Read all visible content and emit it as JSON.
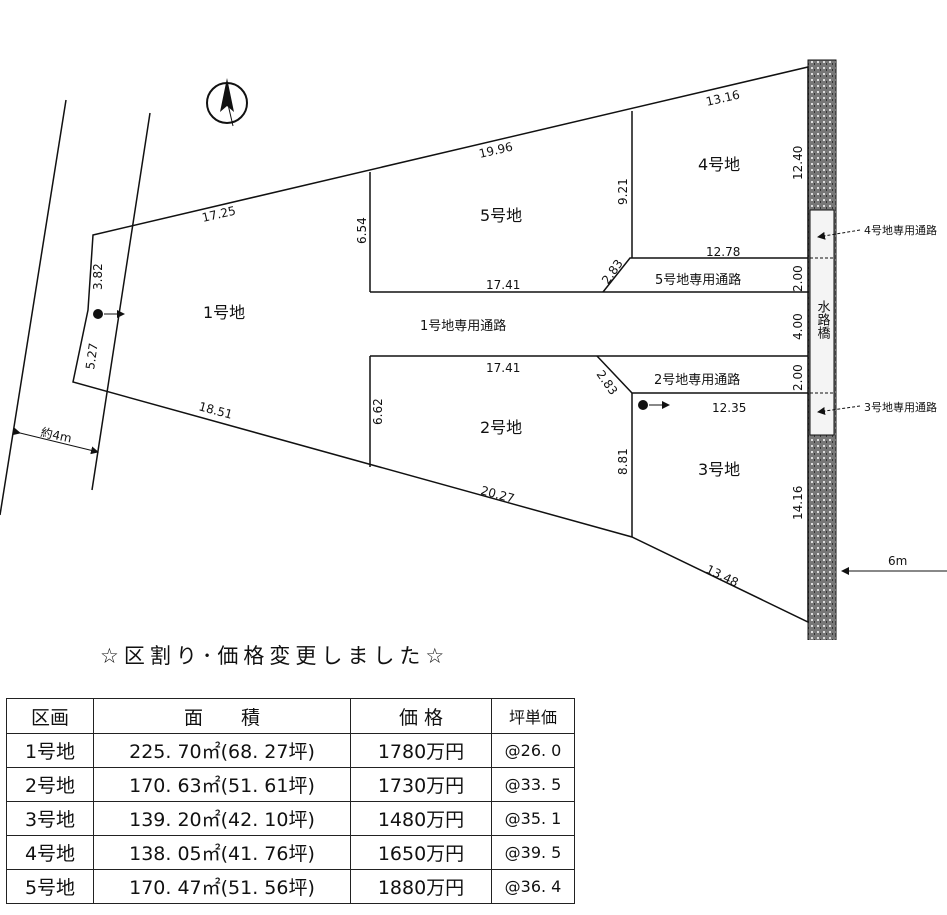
{
  "diagram": {
    "lots": [
      "1号地",
      "2号地",
      "3号地",
      "4号地",
      "5号地"
    ],
    "roads": {
      "lot1": "1号地専用通路",
      "lot2": "2号地専用通路",
      "lot5": "5号地専用通路"
    },
    "side_labels": {
      "lot4_access": "4号地専用通路",
      "lot3_access": "3号地専用通路",
      "water_bridge": "水路橋"
    },
    "road_widths": {
      "left": "約4m",
      "right": "6m"
    },
    "dimensions": {
      "top_left": "17.25",
      "top_mid": "19.96",
      "top_right": "13.16",
      "left_upper": "3.82",
      "left_lower": "5.27",
      "bottom_left": "18.51",
      "bottom_mid": "20.27",
      "bottom_right": "13.48",
      "lot5_left": "6.54",
      "lot4_left": "9.21",
      "lot4_right": "12.40",
      "lot5_road_top": "12.78",
      "diag_upper": "2.83",
      "road1_top": "17.41",
      "road_w_upper": "2.00",
      "road_w_mid": "4.00",
      "road_w_lower": "2.00",
      "road1_bottom": "17.41",
      "diag_lower": "2.83",
      "lot2_road_bottom": "12.35",
      "lot2_left": "6.62",
      "lot3_left": "8.81",
      "lot3_right": "14.16"
    }
  },
  "notice": "☆区割り･価格変更しました☆",
  "table": {
    "headers": [
      "区画",
      "面　　積",
      "価 格",
      "坪単価"
    ],
    "rows": [
      [
        "1号地",
        "225. 70㎡(68. 27坪)",
        "1780万円",
        "@26. 0"
      ],
      [
        "2号地",
        "170. 63㎡(51. 61坪)",
        "1730万円",
        "@33. 5"
      ],
      [
        "3号地",
        "139. 20㎡(42. 10坪)",
        "1480万円",
        "@35. 1"
      ],
      [
        "4号地",
        "138. 05㎡(41. 76坪)",
        "1650万円",
        "@39. 5"
      ],
      [
        "5号地",
        "170. 47㎡(51. 56坪)",
        "1880万円",
        "@36. 4"
      ]
    ]
  }
}
